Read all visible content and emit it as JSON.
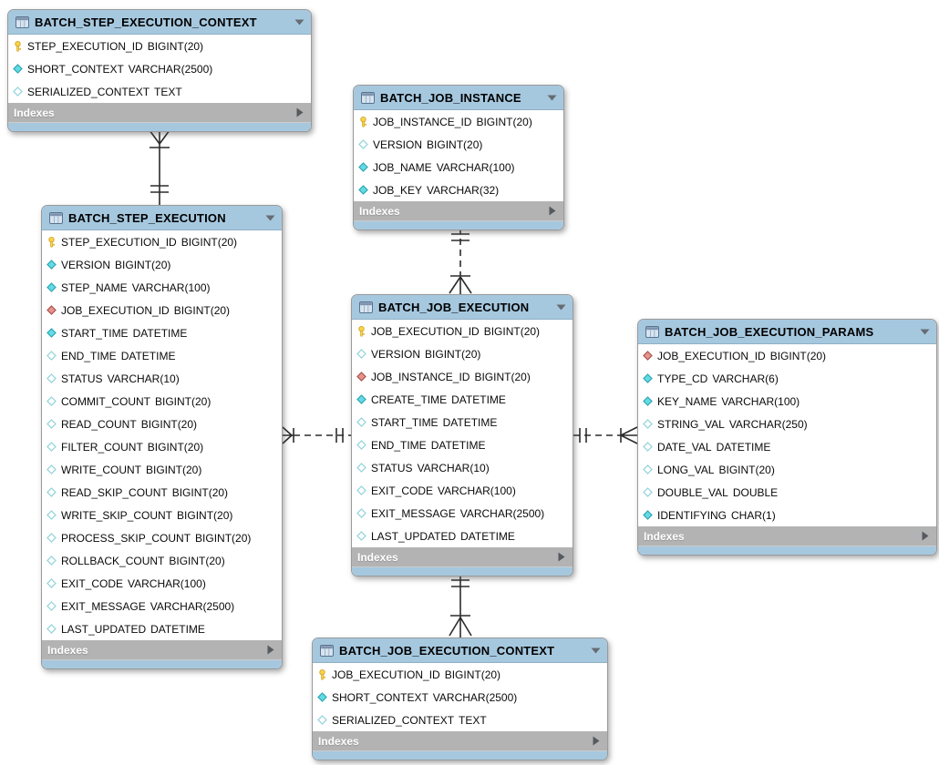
{
  "diagram": {
    "indexes_label": "Indexes",
    "colors": {
      "header_blue": "#a6c8df",
      "indexes_gray": "#b3b3b3",
      "key_yellow": "#f8d64e",
      "attribute_cyan": "#63dbe4",
      "foreign_key_red": "#e8948c",
      "line_dark": "#2b2b2b"
    },
    "tables": [
      {
        "id": "batch_step_execution_context",
        "title": "BATCH_STEP_EXECUTION_CONTEXT",
        "columns": [
          {
            "icon": "primary-key",
            "name": "STEP_EXECUTION_ID",
            "type": "BIGINT(20)"
          },
          {
            "icon": "attr-filled",
            "name": "SHORT_CONTEXT",
            "type": "VARCHAR(2500)"
          },
          {
            "icon": "attr-hollow",
            "name": "SERIALIZED_CONTEXT",
            "type": "TEXT"
          }
        ]
      },
      {
        "id": "batch_job_instance",
        "title": "BATCH_JOB_INSTANCE",
        "columns": [
          {
            "icon": "primary-key",
            "name": "JOB_INSTANCE_ID",
            "type": "BIGINT(20)"
          },
          {
            "icon": "attr-hollow",
            "name": "VERSION",
            "type": "BIGINT(20)"
          },
          {
            "icon": "attr-filled",
            "name": "JOB_NAME",
            "type": "VARCHAR(100)"
          },
          {
            "icon": "attr-filled",
            "name": "JOB_KEY",
            "type": "VARCHAR(32)"
          }
        ]
      },
      {
        "id": "batch_step_execution",
        "title": "BATCH_STEP_EXECUTION",
        "columns": [
          {
            "icon": "primary-key",
            "name": "STEP_EXECUTION_ID",
            "type": "BIGINT(20)"
          },
          {
            "icon": "attr-filled",
            "name": "VERSION",
            "type": "BIGINT(20)"
          },
          {
            "icon": "attr-filled",
            "name": "STEP_NAME",
            "type": "VARCHAR(100)"
          },
          {
            "icon": "foreign-key",
            "name": "JOB_EXECUTION_ID",
            "type": "BIGINT(20)"
          },
          {
            "icon": "attr-filled",
            "name": "START_TIME",
            "type": "DATETIME"
          },
          {
            "icon": "attr-hollow",
            "name": "END_TIME",
            "type": "DATETIME"
          },
          {
            "icon": "attr-hollow",
            "name": "STATUS",
            "type": "VARCHAR(10)"
          },
          {
            "icon": "attr-hollow",
            "name": "COMMIT_COUNT",
            "type": "BIGINT(20)"
          },
          {
            "icon": "attr-hollow",
            "name": "READ_COUNT",
            "type": "BIGINT(20)"
          },
          {
            "icon": "attr-hollow",
            "name": "FILTER_COUNT",
            "type": "BIGINT(20)"
          },
          {
            "icon": "attr-hollow",
            "name": "WRITE_COUNT",
            "type": "BIGINT(20)"
          },
          {
            "icon": "attr-hollow",
            "name": "READ_SKIP_COUNT",
            "type": "BIGINT(20)"
          },
          {
            "icon": "attr-hollow",
            "name": "WRITE_SKIP_COUNT",
            "type": "BIGINT(20)"
          },
          {
            "icon": "attr-hollow",
            "name": "PROCESS_SKIP_COUNT",
            "type": "BIGINT(20)"
          },
          {
            "icon": "attr-hollow",
            "name": "ROLLBACK_COUNT",
            "type": "BIGINT(20)"
          },
          {
            "icon": "attr-hollow",
            "name": "EXIT_CODE",
            "type": "VARCHAR(100)"
          },
          {
            "icon": "attr-hollow",
            "name": "EXIT_MESSAGE",
            "type": "VARCHAR(2500)"
          },
          {
            "icon": "attr-hollow",
            "name": "LAST_UPDATED",
            "type": "DATETIME"
          }
        ]
      },
      {
        "id": "batch_job_execution",
        "title": "BATCH_JOB_EXECUTION",
        "columns": [
          {
            "icon": "primary-key",
            "name": "JOB_EXECUTION_ID",
            "type": "BIGINT(20)"
          },
          {
            "icon": "attr-hollow",
            "name": "VERSION",
            "type": "BIGINT(20)"
          },
          {
            "icon": "foreign-key",
            "name": "JOB_INSTANCE_ID",
            "type": "BIGINT(20)"
          },
          {
            "icon": "attr-filled",
            "name": "CREATE_TIME",
            "type": "DATETIME"
          },
          {
            "icon": "attr-hollow",
            "name": "START_TIME",
            "type": "DATETIME"
          },
          {
            "icon": "attr-hollow",
            "name": "END_TIME",
            "type": "DATETIME"
          },
          {
            "icon": "attr-hollow",
            "name": "STATUS",
            "type": "VARCHAR(10)"
          },
          {
            "icon": "attr-hollow",
            "name": "EXIT_CODE",
            "type": "VARCHAR(100)"
          },
          {
            "icon": "attr-hollow",
            "name": "EXIT_MESSAGE",
            "type": "VARCHAR(2500)"
          },
          {
            "icon": "attr-hollow",
            "name": "LAST_UPDATED",
            "type": "DATETIME"
          }
        ]
      },
      {
        "id": "batch_job_execution_params",
        "title": "BATCH_JOB_EXECUTION_PARAMS",
        "columns": [
          {
            "icon": "foreign-key",
            "name": "JOB_EXECUTION_ID",
            "type": "BIGINT(20)"
          },
          {
            "icon": "attr-filled",
            "name": "TYPE_CD",
            "type": "VARCHAR(6)"
          },
          {
            "icon": "attr-filled",
            "name": "KEY_NAME",
            "type": "VARCHAR(100)"
          },
          {
            "icon": "attr-hollow",
            "name": "STRING_VAL",
            "type": "VARCHAR(250)"
          },
          {
            "icon": "attr-hollow",
            "name": "DATE_VAL",
            "type": "DATETIME"
          },
          {
            "icon": "attr-hollow",
            "name": "LONG_VAL",
            "type": "BIGINT(20)"
          },
          {
            "icon": "attr-hollow",
            "name": "DOUBLE_VAL",
            "type": "DOUBLE"
          },
          {
            "icon": "attr-filled",
            "name": "IDENTIFYING",
            "type": "CHAR(1)"
          }
        ]
      },
      {
        "id": "batch_job_execution_context",
        "title": "BATCH_JOB_EXECUTION_CONTEXT",
        "columns": [
          {
            "icon": "primary-key",
            "name": "JOB_EXECUTION_ID",
            "type": "BIGINT(20)"
          },
          {
            "icon": "attr-filled",
            "name": "SHORT_CONTEXT",
            "type": "VARCHAR(2500)"
          },
          {
            "icon": "attr-hollow",
            "name": "SERIALIZED_CONTEXT",
            "type": "TEXT"
          }
        ]
      }
    ],
    "relationships": [
      {
        "from": "BATCH_STEP_EXECUTION",
        "to": "BATCH_STEP_EXECUTION_CONTEXT",
        "style": "identifying-solid",
        "from_end": "exactly-one",
        "to_end": "many"
      },
      {
        "from": "BATCH_JOB_INSTANCE",
        "to": "BATCH_JOB_EXECUTION",
        "style": "non-identifying-dashed",
        "from_end": "exactly-one",
        "to_end": "many"
      },
      {
        "from": "BATCH_JOB_EXECUTION",
        "to": "BATCH_STEP_EXECUTION",
        "style": "non-identifying-dashed",
        "from_end": "exactly-one",
        "to_end": "many"
      },
      {
        "from": "BATCH_JOB_EXECUTION",
        "to": "BATCH_JOB_EXECUTION_PARAMS",
        "style": "non-identifying-dashed",
        "from_end": "exactly-one",
        "to_end": "many"
      },
      {
        "from": "BATCH_JOB_EXECUTION",
        "to": "BATCH_JOB_EXECUTION_CONTEXT",
        "style": "identifying-solid",
        "from_end": "exactly-one",
        "to_end": "many"
      }
    ]
  }
}
